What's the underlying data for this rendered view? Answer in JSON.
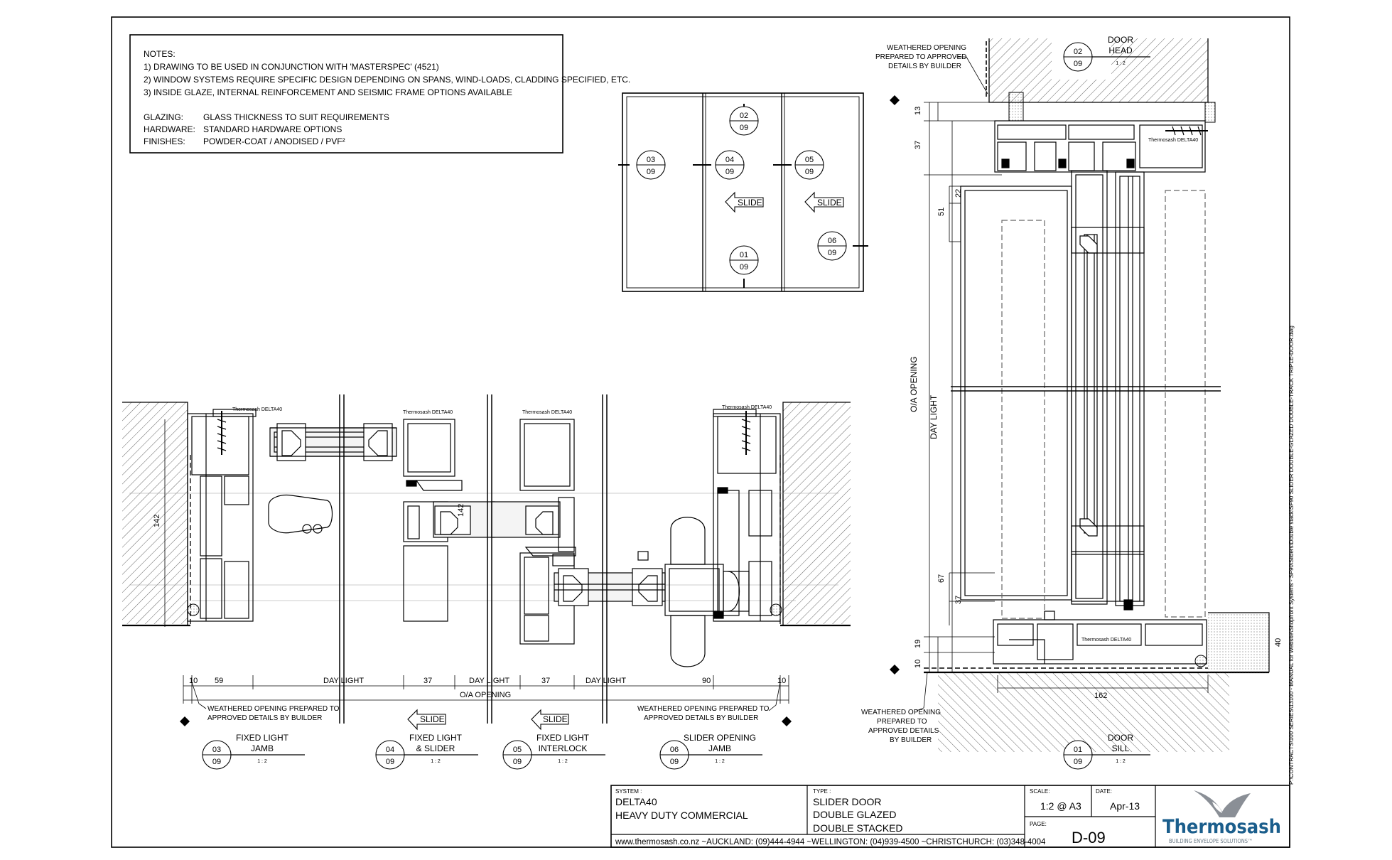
{
  "notes": {
    "heading": "NOTES:",
    "lines": [
      "1) DRAWING TO BE USED IN CONJUNCTION WITH 'MASTERSPEC' (4521)",
      "2) WINDOW SYSTEMS REQUIRE SPECIFIC DESIGN DEPENDING ON SPANS, WIND-LOADS, CLADDING SPECIFIED, ETC.",
      "3) INSIDE GLAZE, INTERNAL REINFORCEMENT AND SEISMIC FRAME OPTIONS AVAILABLE"
    ],
    "specs": [
      {
        "label": "GLAZING:",
        "value": "GLASS THICKNESS TO SUIT REQUIREMENTS"
      },
      {
        "label": "HARDWARE:",
        "value": "STANDARD HARDWARE OPTIONS"
      },
      {
        "label": "FINISHES:",
        "value": "POWDER-COAT / ANODISED / PVF²"
      }
    ]
  },
  "key_plan": {
    "bubbles": [
      {
        "top": "02",
        "bottom": "09"
      },
      {
        "top": "04",
        "bottom": "09"
      },
      {
        "top": "03",
        "bottom": "09"
      },
      {
        "top": "05",
        "bottom": "09"
      },
      {
        "top": "06",
        "bottom": "09"
      },
      {
        "top": "01",
        "bottom": "09"
      }
    ],
    "slide_label": "SLIDE"
  },
  "plan_section": {
    "brand": "Thermosash",
    "product": "DELTA40",
    "dims": {
      "d10a": "10",
      "d59": "59",
      "d37a": "37",
      "d37b": "37",
      "d90": "90",
      "d10b": "10",
      "daylight": "DAY LIGHT",
      "oa_opening": "O/A OPENING",
      "d142a": "142",
      "d142b": "142"
    },
    "note_left": [
      "WEATHERED OPENING PREPARED TO",
      "APPROVED DETAILS BY BUILDER"
    ],
    "note_right": [
      "WEATHERED OPENING PREPARED TO",
      "APPROVED DETAILS BY BUILDER"
    ],
    "slide_label": "SLIDE",
    "details": [
      {
        "top": "03",
        "bottom": "09",
        "title1": "FIXED LIGHT",
        "title2": "JAMB",
        "scale": "1 : 2"
      },
      {
        "top": "04",
        "bottom": "09",
        "title1": "FIXED LIGHT",
        "title2": "& SLIDER",
        "scale": "1 : 2"
      },
      {
        "top": "05",
        "bottom": "09",
        "title1": "FIXED LIGHT",
        "title2": "INTERLOCK",
        "scale": "1 : 2"
      },
      {
        "top": "06",
        "bottom": "09",
        "title1": "SLIDER OPENING",
        "title2": "JAMB",
        "scale": "1 : 2"
      }
    ]
  },
  "vertical_section": {
    "head": {
      "top": "02",
      "bottom": "09",
      "title": "DOOR",
      "title2": "HEAD",
      "scale": "1 : 2"
    },
    "sill": {
      "top": "01",
      "bottom": "09",
      "title": "DOOR",
      "title2": "SILL",
      "scale": "1 : 2"
    },
    "note_top": [
      "WEATHERED OPENING",
      "PREPARED TO APPROVED",
      "DETAILS BY BUILDER"
    ],
    "note_bottom": [
      "WEATHERED OPENING",
      "PREPARED TO",
      "APPROVED DETAILS",
      "BY BUILDER"
    ],
    "dims": {
      "d13": "13",
      "d37top": "37",
      "d22": "22",
      "d51": "51",
      "d67": "67",
      "d37bot": "37",
      "d19": "19",
      "d10": "10",
      "d162": "162",
      "d40": "40",
      "oa_opening": "O/A OPENING",
      "daylight": "DAY LIGHT"
    },
    "brand": "Thermosash",
    "product": "DELTA40"
  },
  "file_path": "P:\\CONTRACTS\\100 SERIES\\13100 - MANUAL for Website\\Shopfront Systems - SF90\\Sliders\\Double stack\\SF90 SLIDER DOUBLE-GLAZED DOUBLE-TRACK TRIPLE-DOOR.dwg",
  "title_block": {
    "system_label": "SYSTEM :",
    "system_line1": "DELTA40",
    "system_line2": "HEAVY DUTY COMMERCIAL",
    "type_label": "TYPE :",
    "type_line1": "SLIDER DOOR",
    "type_line2": "DOUBLE GLAZED",
    "type_line3": "DOUBLE STACKED",
    "scale_label": "SCALE:",
    "scale_value": "1:2 @ A3",
    "date_label": "DATE:",
    "date_value": "Apr-13",
    "page_label": "PAGE:",
    "page_value": "D-09",
    "contact": "www.thermosash.co.nz ~AUCKLAND: (09)444-4944 ~WELLINGTON: (04)939-4500 ~CHRISTCHURCH: (03)348-4004",
    "logo_name": "Thermosash",
    "logo_tagline": "BUILDING ENVELOPE SOLUTIONS™"
  },
  "colors": {
    "line": "#000000",
    "hatch": "#666666",
    "grey": "#9a9a9a",
    "logo": "#1b5e8c",
    "bird": "#8a8f96"
  }
}
